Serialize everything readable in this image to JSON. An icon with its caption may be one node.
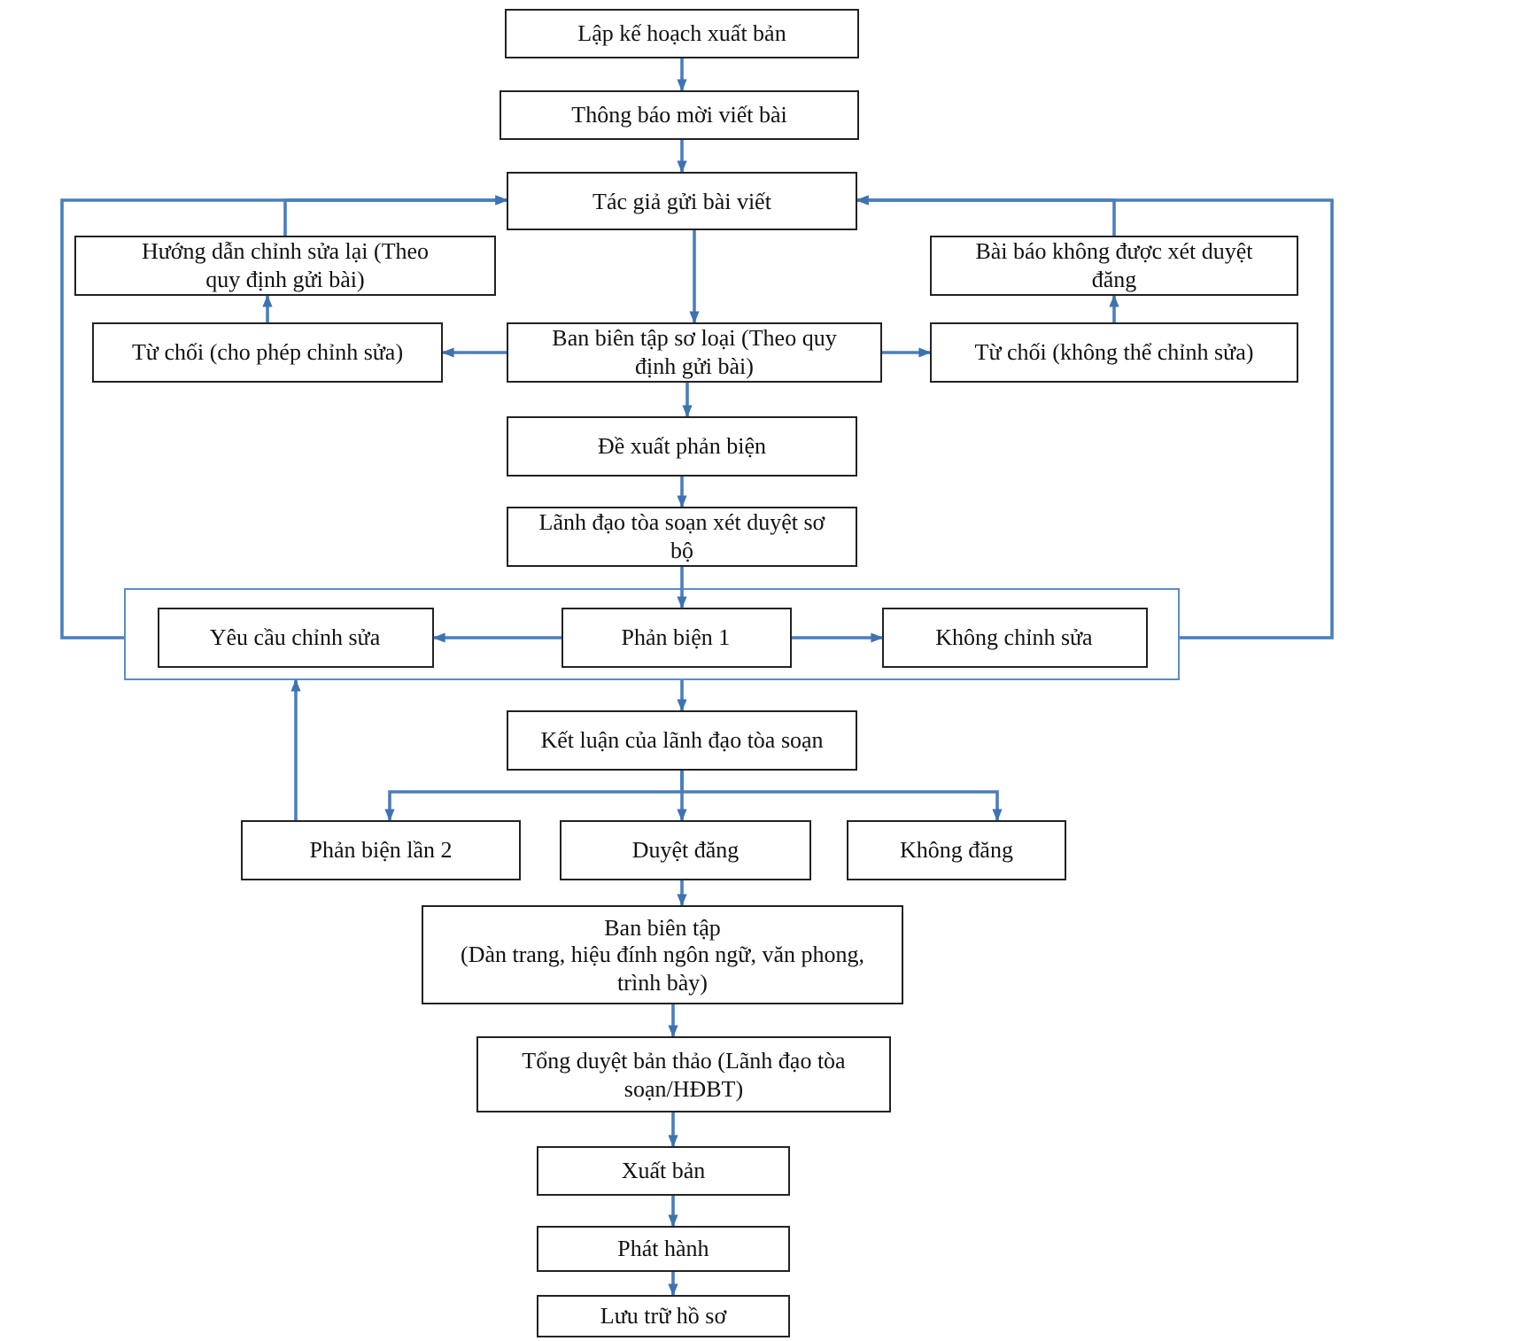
{
  "diagram": {
    "nodes": [
      {
        "text": [
          "Lập kế hoạch xuất bản"
        ]
      },
      {
        "text": [
          "Thông báo mời viết bài"
        ]
      },
      {
        "text": [
          "Tác giả gửi bài viết"
        ]
      },
      {
        "text": [
          "Hướng dẫn chỉnh sửa lại (Theo quy định gửi bài)"
        ]
      },
      {
        "text": [
          "Bài báo không được xét duyệt đăng"
        ]
      },
      {
        "text": [
          "Từ chối (cho phép chỉnh sửa)"
        ]
      },
      {
        "text": [
          "Ban biên tập sơ loại (Theo quy định gửi bài)"
        ]
      },
      {
        "text": [
          "Từ chối (không thể chỉnh sửa)"
        ]
      },
      {
        "text": [
          "Đề xuất phản biện"
        ]
      },
      {
        "text": [
          "Lãnh đạo tòa soạn xét duyệt sơ bộ"
        ]
      },
      {
        "text": [],
        "shape": "box"
      },
      {
        "text": [
          "Yêu cầu chỉnh sửa"
        ],
        "in": 10
      },
      {
        "text": [
          "Phản biện 1"
        ],
        "in": 10
      },
      {
        "text": [
          "Không chỉnh sửa"
        ],
        "in": 10
      },
      {
        "text": [
          "Kết luận của lãnh đạo tòa soạn"
        ]
      },
      {
        "text": [
          "Phản biện lần 2"
        ]
      },
      {
        "text": [
          "Duyệt đăng"
        ]
      },
      {
        "text": [
          "Không đăng"
        ]
      },
      {
        "text": [
          "Ban biên tập",
          "(Dàn trang, hiệu đính ngôn ngữ, văn phong, trình bày)"
        ]
      },
      {
        "text": [
          "Tổng duyệt bản thảo (Lãnh đạo tòa soạn/HĐBT)"
        ]
      },
      {
        "text": [
          "Xuất bản"
        ]
      },
      {
        "text": [
          "Phát hành"
        ]
      },
      {
        "text": [
          "Lưu trữ hồ sơ"
        ]
      }
    ],
    "edges": [
      {
        "from": 0,
        "to": 1,
        "arrow": "to"
      },
      {
        "from": 1,
        "to": 2,
        "arrow": "to"
      },
      {
        "from": 2,
        "to": 6,
        "arrow": "to"
      },
      {
        "from": 6,
        "to": 5,
        "arrow": "to"
      },
      {
        "from": 5,
        "to": 3,
        "arrow": "to"
      },
      {
        "from": 6,
        "to": 7,
        "arrow": "to"
      },
      {
        "from": 7,
        "to": 4,
        "arrow": "to"
      },
      {
        "from": 3,
        "to": 2,
        "arrow": "to"
      },
      {
        "from": 4,
        "to": 2,
        "arrow": "to"
      },
      {
        "from": 6,
        "to": 8,
        "arrow": "to"
      },
      {
        "from": 8,
        "to": 9,
        "arrow": "to"
      },
      {
        "from": 9,
        "to": 12,
        "arrow": "to"
      },
      {
        "from": 12,
        "to": 11,
        "arrow": "to"
      },
      {
        "from": 12,
        "to": 13,
        "arrow": "to"
      },
      {
        "from": 10,
        "to": 2,
        "arrow": "to"
      },
      {
        "from": 10,
        "to": 2,
        "arrow": "to"
      },
      {
        "from": 10,
        "to": 14,
        "arrow": "to"
      },
      {
        "from": 14,
        "to": 15,
        "arrow": "to"
      },
      {
        "from": 14,
        "to": 16,
        "arrow": "to"
      },
      {
        "from": 14,
        "to": 17,
        "arrow": "to"
      },
      {
        "from": 15,
        "to": 10,
        "arrow": "to"
      },
      {
        "from": 16,
        "to": 18,
        "arrow": "to"
      },
      {
        "from": 18,
        "to": 19,
        "arrow": "to"
      },
      {
        "from": 19,
        "to": 20,
        "arrow": "to"
      },
      {
        "from": 20,
        "to": 21,
        "arrow": "to"
      },
      {
        "from": 21,
        "to": 22,
        "arrow": "to"
      }
    ]
  }
}
